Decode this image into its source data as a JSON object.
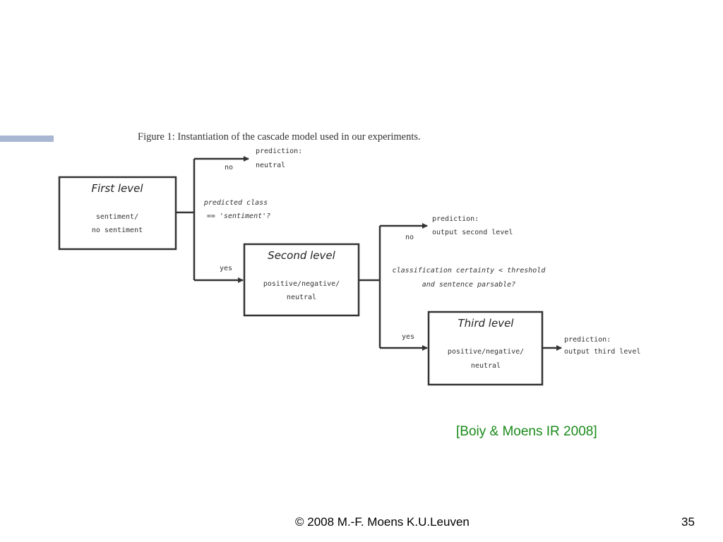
{
  "colors": {
    "accent_bar": "#a8b6d2",
    "citation": "#1a8a1a",
    "diagram_stroke": "#333333"
  },
  "figure": {
    "caption": "Figure 1: Instantiation of the cascade model used in our experiments.",
    "boxes": [
      {
        "id": "first",
        "title": "First level",
        "lines": [
          "sentiment/",
          "no sentiment"
        ]
      },
      {
        "id": "second",
        "title": "Second level",
        "lines": [
          "positive/negative/",
          "neutral"
        ]
      },
      {
        "id": "third",
        "title": "Third level",
        "lines": [
          "positive/negative/",
          "neutral"
        ]
      }
    ],
    "questions": [
      {
        "id": "q1",
        "lines": [
          "predicted class",
          "== 'sentiment'?"
        ]
      },
      {
        "id": "q2",
        "lines": [
          "classification certainty < threshold",
          "and sentence parsable?"
        ]
      }
    ],
    "branches": {
      "no": "no",
      "yes": "yes"
    },
    "predictions": [
      {
        "id": "p1",
        "lines": [
          "prediction:",
          "neutral"
        ]
      },
      {
        "id": "p2",
        "lines": [
          "prediction:",
          "output second level"
        ]
      },
      {
        "id": "p3",
        "lines": [
          "prediction:",
          "output third level"
        ]
      }
    ]
  },
  "citation": "[Boiy & Moens IR 2008]",
  "footer": {
    "text": "© 2008 M.-F. Moens  K.U.Leuven",
    "page": "35"
  }
}
